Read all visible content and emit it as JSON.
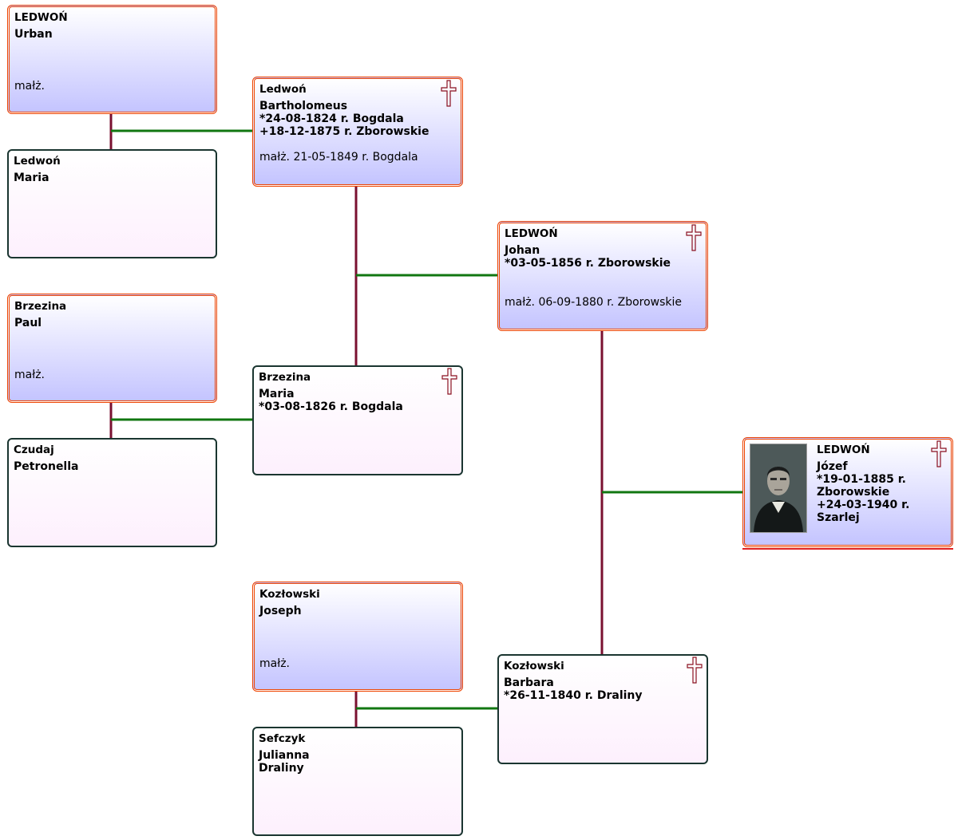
{
  "persons": {
    "p_urban": {
      "surname": "LEDWOŃ",
      "given": "Urban",
      "details": [],
      "marriage": "małż."
    },
    "p_maria_l": {
      "surname": "Ledwoń",
      "given": "Maria",
      "details": [],
      "marriage": ""
    },
    "p_paul": {
      "surname": "Brzezina",
      "given": "Paul",
      "details": [],
      "marriage": "małż."
    },
    "p_petronella": {
      "surname": "Czudaj",
      "given": "Petronella",
      "details": [],
      "marriage": ""
    },
    "p_bartholomeus": {
      "surname": "Ledwoń",
      "given": "Bartholomeus",
      "details": [
        "*24-08-1824 r. Bogdala",
        "+18-12-1875 r. Zborowskie"
      ],
      "marriage": "małż. 21-05-1849 r. Bogdala"
    },
    "p_maria_b": {
      "surname": "Brzezina",
      "given": "Maria",
      "details": [
        "*03-08-1826 r. Bogdala"
      ],
      "marriage": ""
    },
    "p_joseph": {
      "surname": "Kozłowski",
      "given": "Joseph",
      "details": [],
      "marriage": "małż."
    },
    "p_julianna": {
      "surname": "Sefczyk",
      "given": "Julianna",
      "details": [
        "Draliny"
      ],
      "marriage": ""
    },
    "p_johan": {
      "surname": "LEDWOŃ",
      "given": "Johan",
      "details": [
        "*03-05-1856 r. Zborowskie"
      ],
      "marriage": "małż. 06-09-1880 r. Zborowskie"
    },
    "p_barbara": {
      "surname": "Kozłowski",
      "given": "Barbara",
      "details": [
        "*26-11-1840 r. Draliny"
      ],
      "marriage": ""
    },
    "p_jozef": {
      "surname": "LEDWOŃ",
      "given": "Józef",
      "details": [
        "*19-01-1885 r.",
        "Zborowskie",
        "+24-03-1940 r.",
        "Szarlej"
      ],
      "marriage": ""
    }
  },
  "colors": {
    "male_border": "#ee4400",
    "female_border": "#1a3530",
    "couple_line": "#7a1030",
    "child_line": "#117711",
    "cross": "#8a1020",
    "selected_underline": "#e02020"
  }
}
